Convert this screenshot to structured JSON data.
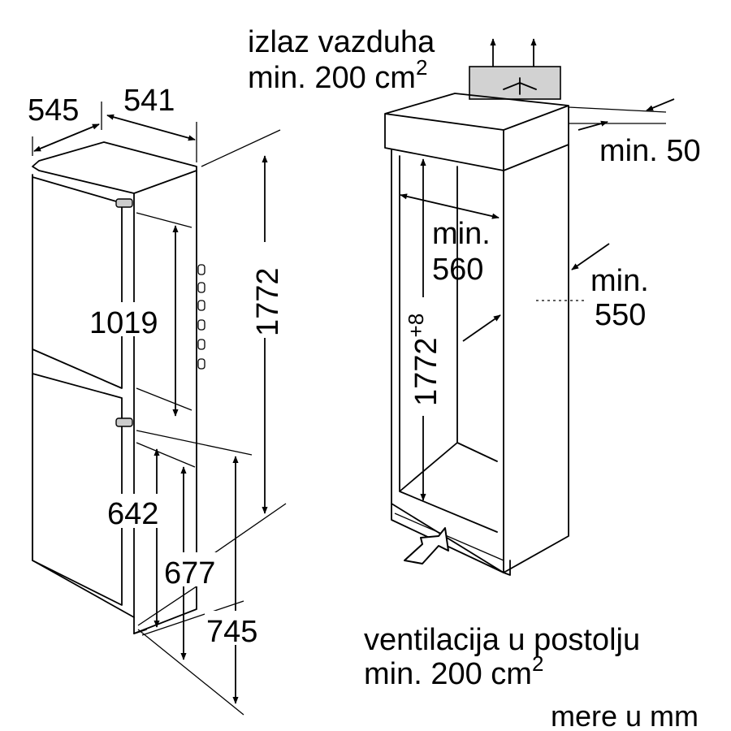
{
  "labels": {
    "air_outlet_title": "izlaz vazduha",
    "air_outlet_value": "min. 200 cm",
    "air_outlet_sup": "2",
    "base_vent_title": "ventilacija u postolju",
    "base_vent_value": "min. 200 cm",
    "base_vent_sup": "2",
    "units": "mere u mm"
  },
  "appliance_dims": {
    "depth": "545",
    "width": "541",
    "height": "1772",
    "upper_door": "1019",
    "lower_door_a": "642",
    "lower_door_b": "677",
    "lower_door_c": "745"
  },
  "niche_dims": {
    "top_gap": "min. 50",
    "inner_width_title": "min.",
    "inner_width_value": "560",
    "depth_title": "min.",
    "depth_value": "550",
    "height_value": "1772",
    "height_tolerance": "+8"
  },
  "colors": {
    "line": "#000000",
    "vent_grille": "#d2d2d2",
    "background": "#ffffff"
  }
}
